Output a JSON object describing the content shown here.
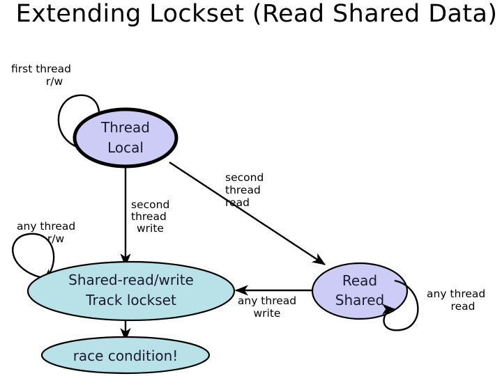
{
  "slide": {
    "title": "Extending Lockset (Read Shared Data)",
    "background_color": "#ffffff"
  },
  "diagram": {
    "type": "state-machine",
    "colors": {
      "node_lavender": "#ccccf7",
      "node_teal": "#b9e2e8",
      "stroke": "#000000",
      "text": "#1a1a2e"
    },
    "nodes": [
      {
        "id": "thread-local",
        "label_line1": "Thread",
        "label_line2": "Local",
        "fill": "#ccccf7",
        "border": "thick"
      },
      {
        "id": "shared-read-write",
        "label_line1": "Shared-read/write",
        "label_line2": "Track lockset",
        "fill": "#b9e2e8",
        "border": "thin"
      },
      {
        "id": "read-shared",
        "label_line1": "Read",
        "label_line2": "Shared",
        "fill": "#ccccf7",
        "border": "thin"
      },
      {
        "id": "race-condition",
        "label_line1": "race condition!",
        "label_line2": "",
        "fill": "#b9e2e8",
        "border": "thin"
      }
    ],
    "edge_labels": {
      "first_thread_rw": {
        "line1": "first thread",
        "line2": "r/w"
      },
      "any_thread_rw": {
        "line1": "any thread",
        "line2": "r/w"
      },
      "second_thread_write": {
        "line1": "second",
        "line2": "thread",
        "line3": "write"
      },
      "second_thread_read": {
        "line1": "second",
        "line2": "thread",
        "line3": "read"
      },
      "any_thread_write": {
        "line1": "any thread",
        "line2": "write"
      },
      "any_thread_read": {
        "line1": "any thread",
        "line2": "read"
      }
    },
    "transitions": [
      {
        "from": "thread-local",
        "to": "thread-local",
        "label": "first thread r/w"
      },
      {
        "from": "thread-local",
        "to": "shared-read-write",
        "label": "second thread write"
      },
      {
        "from": "thread-local",
        "to": "read-shared",
        "label": "second thread read"
      },
      {
        "from": "shared-read-write",
        "to": "shared-read-write",
        "label": "any thread r/w"
      },
      {
        "from": "read-shared",
        "to": "shared-read-write",
        "label": "any thread write"
      },
      {
        "from": "read-shared",
        "to": "read-shared",
        "label": "any thread read"
      },
      {
        "from": "shared-read-write",
        "to": "race-condition",
        "label": ""
      }
    ]
  }
}
